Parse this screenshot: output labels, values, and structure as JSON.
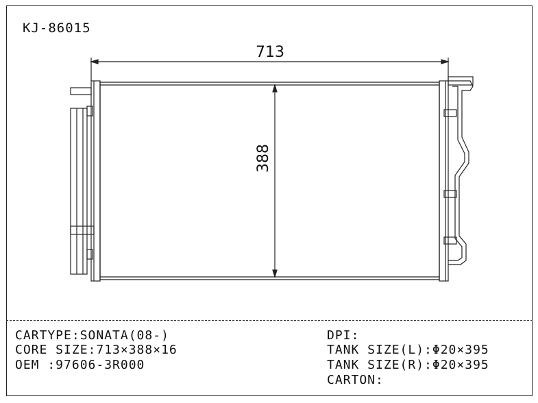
{
  "header": {
    "part_number": "KJ-86015"
  },
  "dimensions": {
    "width": "713",
    "height": "388"
  },
  "specs_left": {
    "car_type": "CARTYPE:SONATA(08-)",
    "core_size": "CORE SIZE:713×388×16",
    "oem": "OEM :97606-3R000"
  },
  "specs_right": {
    "dpi": "DPI:",
    "tank_left": "TANK SIZE(L):Φ20×395",
    "tank_right": "TANK SIZE(R):Φ20×395",
    "carton": "CARTON:"
  }
}
